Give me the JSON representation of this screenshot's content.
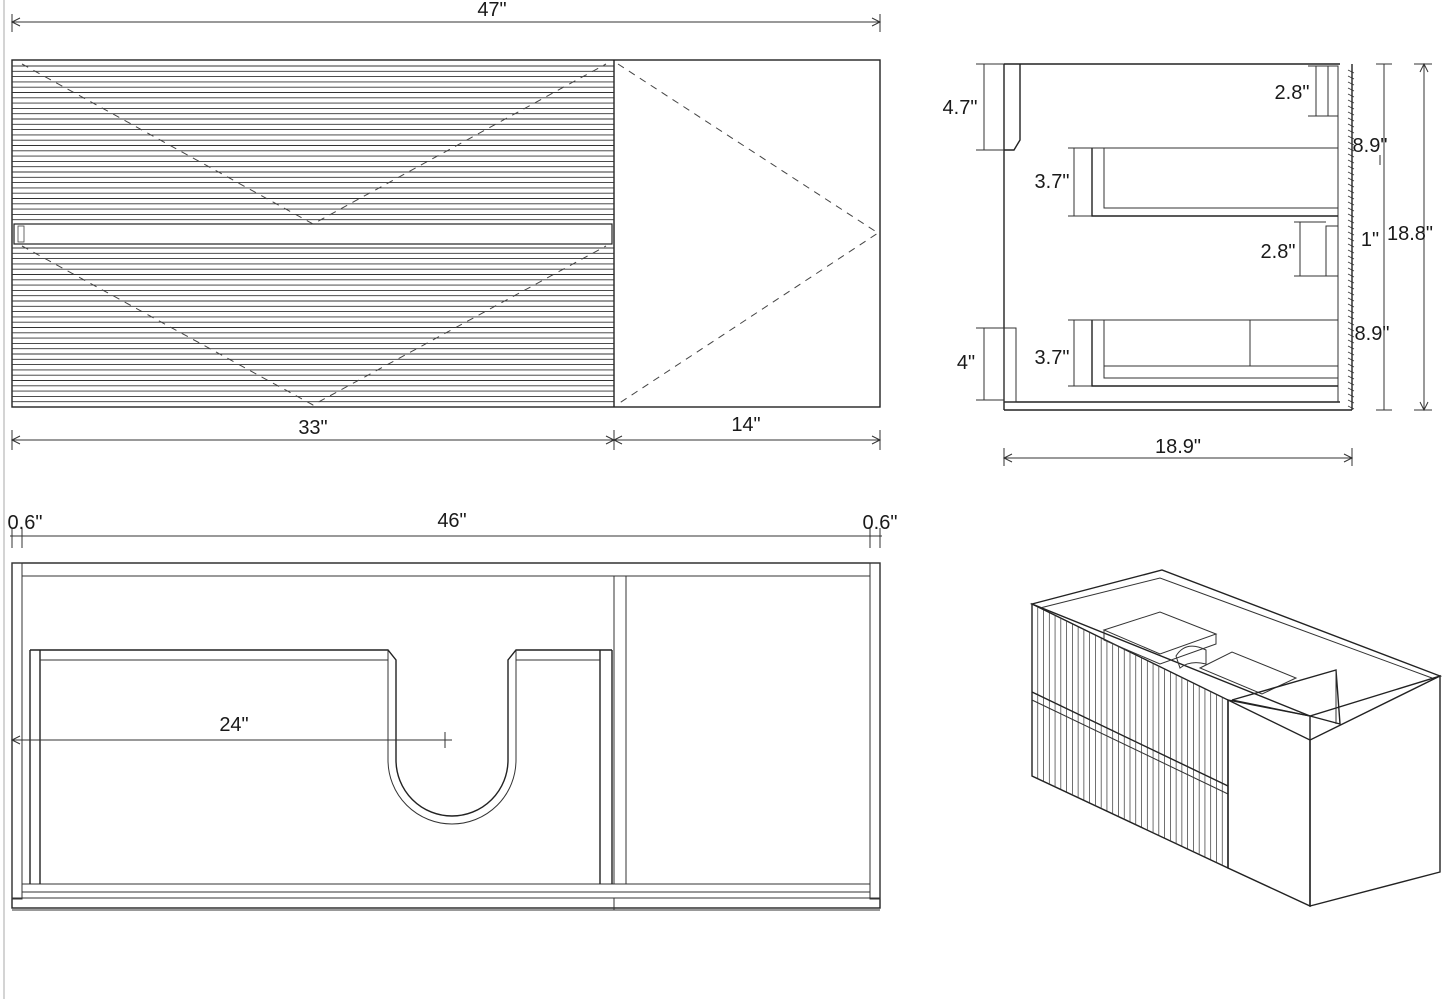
{
  "front_view": {
    "overall_width": "47\"",
    "drawer_width": "33\"",
    "door_width": "14\""
  },
  "side_view": {
    "top_drawer_front_height": "2.8\"",
    "top_drawer_height": "8.9\"",
    "top_offset": "4.7\"",
    "top_box_height": "3.7\"",
    "gap": "1\"",
    "total_height": "18.8\"",
    "bottom_drawer_front_height": "2.8\"",
    "bottom_drawer_height": "8.9\"",
    "bottom_box_height": "3.7\"",
    "bottom_offset": "4\"",
    "depth": "18.9\""
  },
  "top_view": {
    "left_panel": "0.6\"",
    "inner_width": "46\"",
    "right_panel": "0.6\"",
    "drain_center": "24\""
  },
  "colors": {
    "line": "#222222",
    "background": "#ffffff"
  }
}
